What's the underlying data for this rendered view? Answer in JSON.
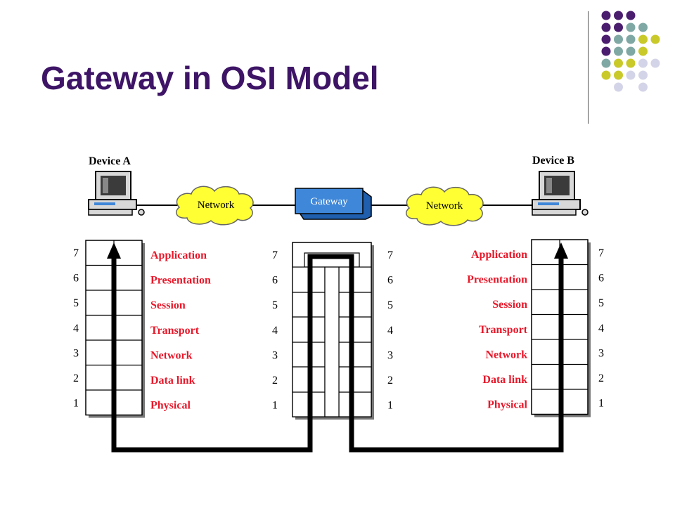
{
  "slide": {
    "title": "Gateway in OSI Model"
  },
  "colors": {
    "title": "#3d1466",
    "layer_label": "#e8182a",
    "cloud": "#ffff33",
    "gateway": "#3f87d8",
    "dot_purple": "#4b1d6e",
    "dot_teal": "#7fa8a4",
    "dot_olive": "#c9c92a",
    "dot_lavender": "#d4d4e8"
  },
  "diagram": {
    "device_a": "Device A",
    "device_b": "Device B",
    "network_left": "Network",
    "network_right": "Network",
    "gateway": "Gateway",
    "layers": [
      "Application",
      "Presentation",
      "Session",
      "Transport",
      "Network",
      "Data link",
      "Physical"
    ],
    "layer_numbers": [
      "7",
      "6",
      "5",
      "4",
      "3",
      "2",
      "1"
    ]
  },
  "decoration": {
    "dot_grid": [
      [
        "purple",
        "purple",
        "purple",
        "",
        ""
      ],
      [
        "purple",
        "purple",
        "teal",
        "teal",
        ""
      ],
      [
        "purple",
        "teal",
        "teal",
        "olive",
        "olive"
      ],
      [
        "purple",
        "teal",
        "teal",
        "olive",
        ""
      ],
      [
        "teal",
        "olive",
        "olive",
        "lavender",
        "lavender"
      ],
      [
        "olive",
        "olive",
        "lavender",
        "lavender",
        ""
      ],
      [
        "",
        "lavender",
        "",
        "lavender",
        ""
      ]
    ]
  }
}
